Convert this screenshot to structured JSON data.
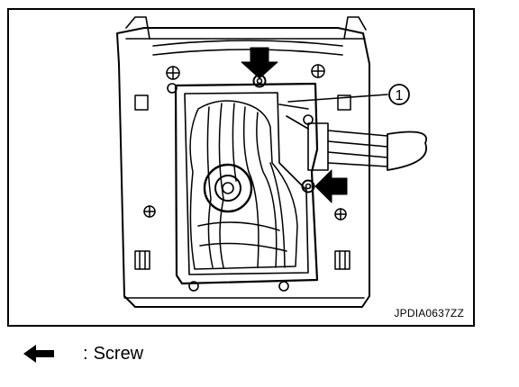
{
  "figure": {
    "code": "JPDIA0637ZZ",
    "callout_label": "1"
  },
  "legend": {
    "separator": ":",
    "text": "Screw",
    "arrow_icon": "left-arrow-icon"
  },
  "colors": {
    "line": "#000000",
    "background": "#ffffff"
  }
}
